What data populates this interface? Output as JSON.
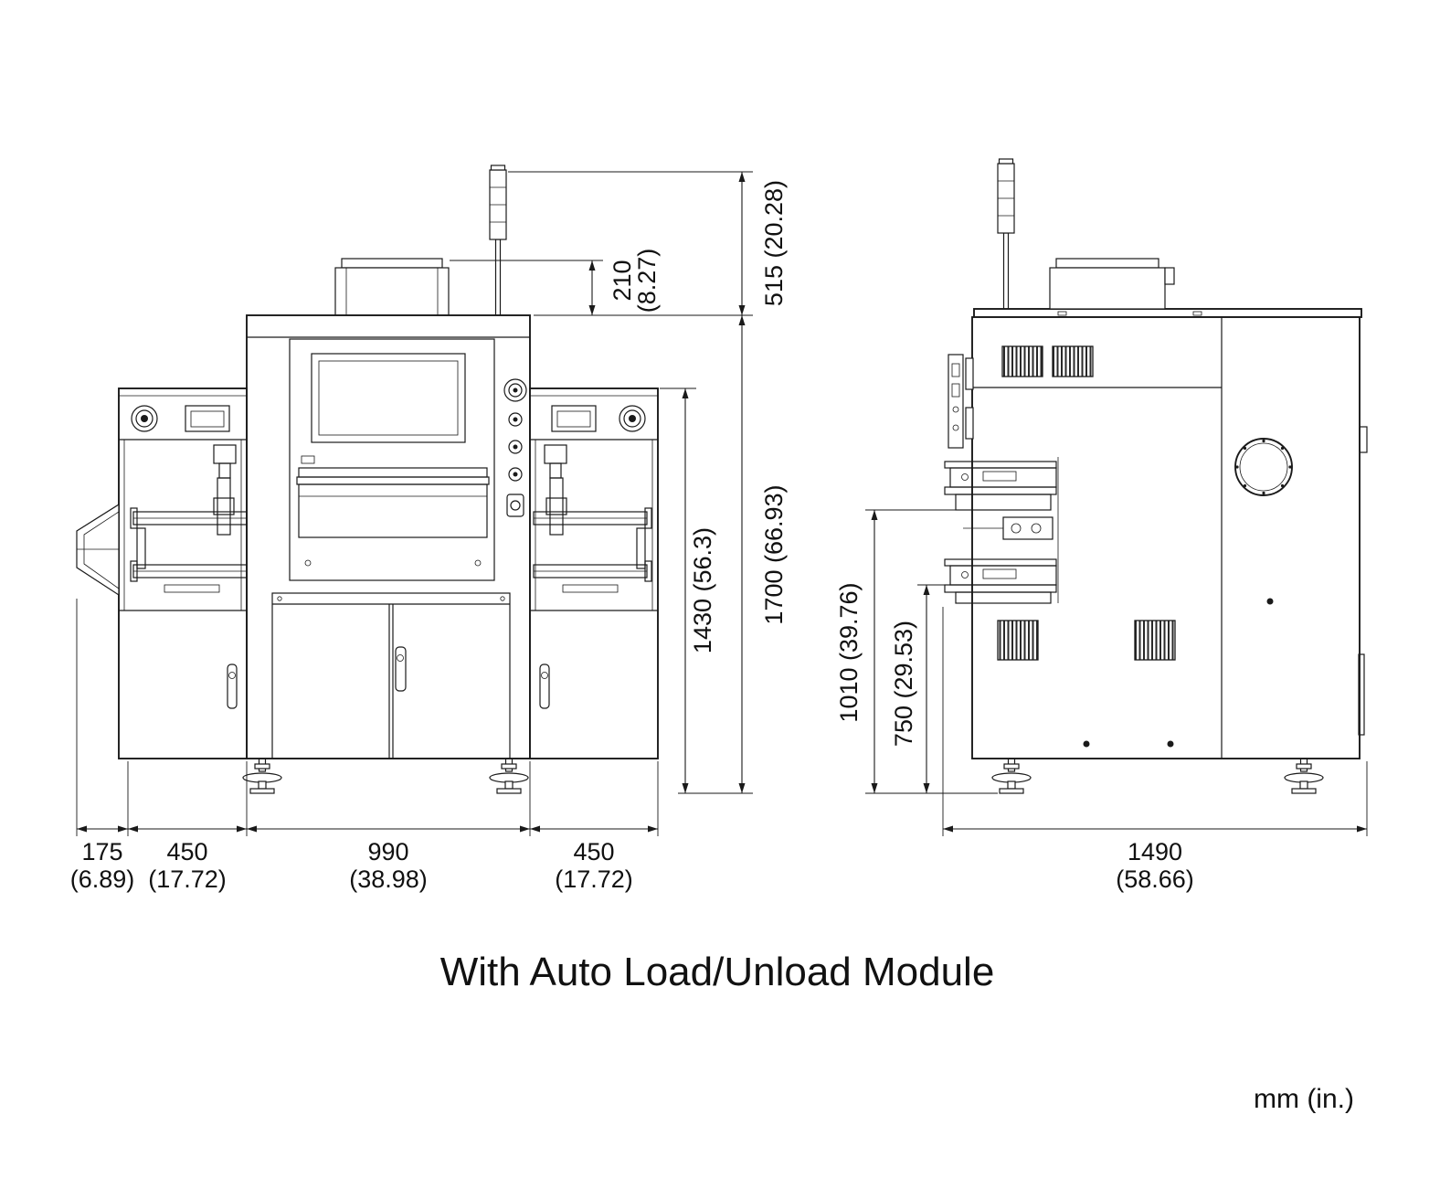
{
  "diagram": {
    "title": "With Auto Load/Unload Module",
    "units_label": "mm (in.)"
  },
  "front_view": {
    "dim_tower_height": "515 (20.28)",
    "dim_top_box_mm": "210",
    "dim_top_box_in": "(8.27)",
    "dim_module_height": "1430 (56.3)",
    "dim_total_height": "1700 (66.93)",
    "dim_chute_mm": "175",
    "dim_chute_in": "(6.89)",
    "dim_left_module_mm": "450",
    "dim_left_module_in": "(17.72)",
    "dim_body_mm": "990",
    "dim_body_in": "(38.98)",
    "dim_right_module_mm": "450",
    "dim_right_module_in": "(17.72)"
  },
  "side_view": {
    "dim_upper_rail_height": "1010 (39.76)",
    "dim_lower_rail_height": "750 (29.53)",
    "dim_depth_mm": "1490",
    "dim_depth_in": "(58.66)"
  }
}
